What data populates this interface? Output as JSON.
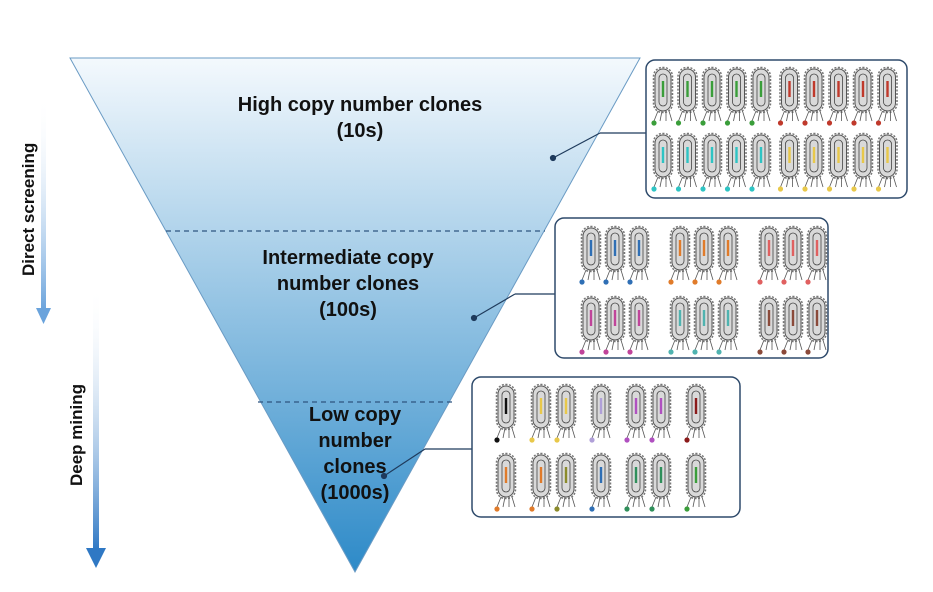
{
  "side_labels": {
    "direct": "Direct screening",
    "deep": "Deep mining"
  },
  "tiers": [
    {
      "id": "high",
      "lines": [
        "High copy number clones",
        "(10s)"
      ]
    },
    {
      "id": "intermediate",
      "lines": [
        "Intermediate copy",
        "number clones",
        "(100s)"
      ]
    },
    {
      "id": "low",
      "lines": [
        "Low copy",
        "number",
        "clones",
        "(1000s)"
      ]
    }
  ],
  "colors": {
    "funnel_top": "#f4f9fd",
    "funnel_bottom": "#2d8ac8",
    "arrow": "#4a90d9",
    "panel_border": "#2e4a6b",
    "connector": "#1f3b5c",
    "cell_fill": "#d9d9d9",
    "cell_outline": "#555555"
  },
  "panels": [
    {
      "id": "high-panel",
      "rows": [
        [
          "#3a9e3a",
          "#3a9e3a",
          "#3a9e3a",
          "#3a9e3a",
          "#3a9e3a",
          "#c0392b",
          "#c0392b",
          "#c0392b",
          "#c0392b",
          "#c0392b"
        ],
        [
          "#2ec4c4",
          "#2ec4c4",
          "#2ec4c4",
          "#2ec4c4",
          "#2ec4c4",
          "#e8c84a",
          "#e8c84a",
          "#e8c84a",
          "#e8c84a",
          "#e8c84a"
        ]
      ]
    },
    {
      "id": "intermediate-panel",
      "rows": [
        [
          "#2f6fb5",
          "#2f6fb5",
          "#2f6fb5",
          "#e07b2a",
          "#e07b2a",
          "#e07b2a",
          "#e06060",
          "#e06060",
          "#e06060"
        ],
        [
          "#c0449a",
          "#c0449a",
          "#c0449a",
          "#4fb3b0",
          "#4fb3b0",
          "#4fb3b0",
          "#8b4a3a",
          "#8b4a3a",
          "#8b4a3a"
        ]
      ]
    },
    {
      "id": "low-panel",
      "rows": [
        [
          "#111111",
          "#e8c84a",
          "#e8c84a",
          "#b0a0d8",
          "#b050c0",
          "#b050c0",
          "#8b1a1a"
        ],
        [
          "#e07b2a",
          "#e07b2a",
          "#8b8b2a",
          "#2f6fb5",
          "#2f8f5a",
          "#2f8f5a",
          "#3a9e3a"
        ]
      ]
    }
  ]
}
